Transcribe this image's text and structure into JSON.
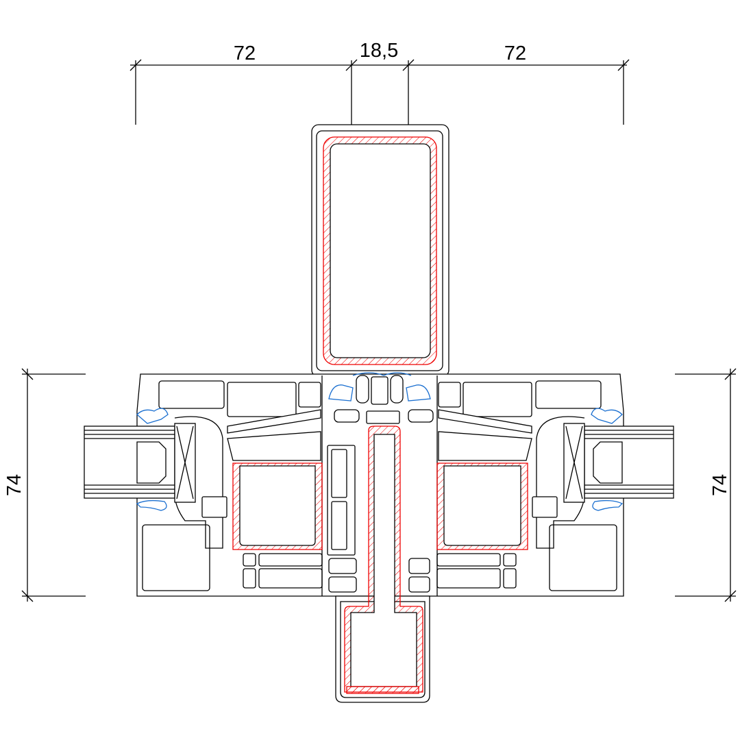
{
  "dimensions": {
    "top_left": "72",
    "top_middle": "18,5",
    "top_right": "72",
    "left_height": "74",
    "right_height": "74"
  },
  "colors": {
    "line": "#000000",
    "steel_reinforcement": "#e00000",
    "gasket": "#1a6fd0"
  }
}
